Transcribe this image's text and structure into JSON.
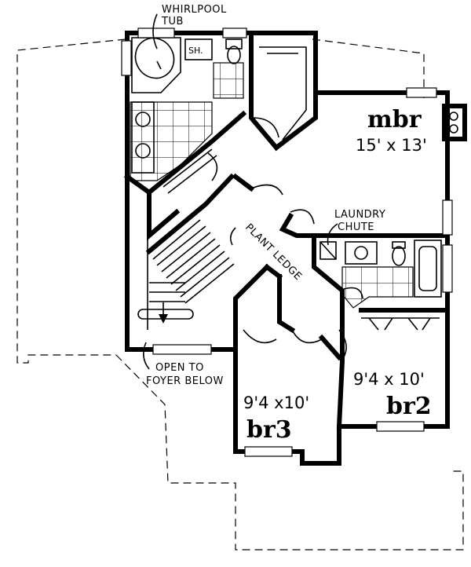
{
  "rooms": {
    "mbr": {
      "name": "mbr",
      "size": "15' x 13'"
    },
    "br2": {
      "name": "br2",
      "size": "9'4 x 10'"
    },
    "br3": {
      "name": "br3",
      "size": "9'4 x10'"
    }
  },
  "notes": {
    "whirlpool_line1": "WHIRLPOOL",
    "whirlpool_line2": "TUB",
    "shower": "SH.",
    "laundry_line1": "LAUNDRY",
    "laundry_line2": "CHUTE",
    "plant_ledge": "PLANT LEDGE",
    "open_line1": "OPEN TO",
    "open_line2": "FOYER BELOW"
  },
  "colors": {
    "ink": "#000000",
    "paper": "#ffffff"
  }
}
